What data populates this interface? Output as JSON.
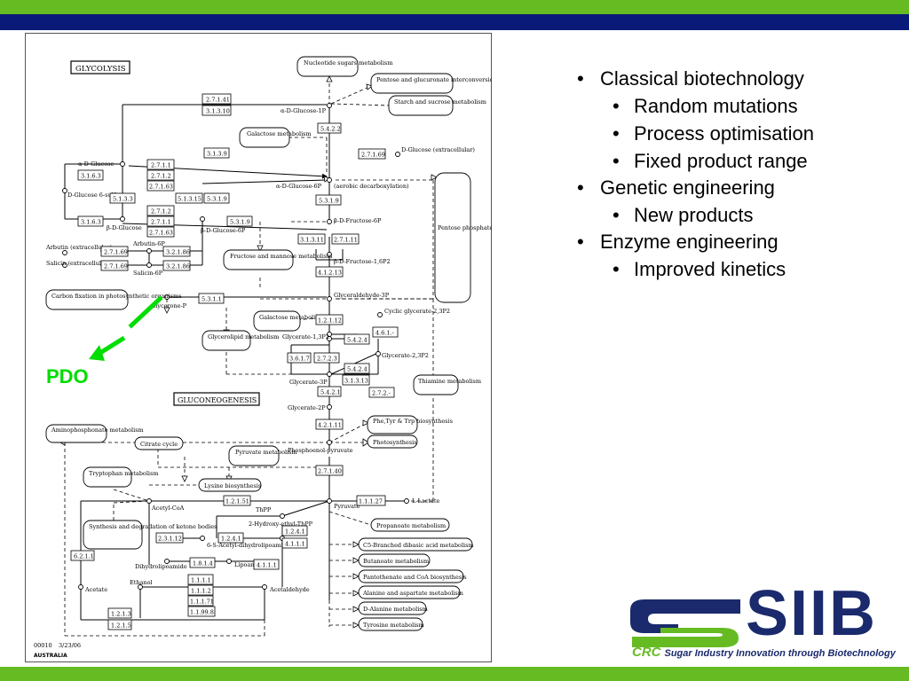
{
  "colors": {
    "accent_green": "#66bb22",
    "navy": "#0a1a78",
    "arrow_green": "#00dd00"
  },
  "pdo_label": "PDO",
  "bullets": [
    {
      "label": "Classical biotechnology",
      "sub": [
        "Random mutations",
        "Process optimisation",
        "Fixed product range"
      ]
    },
    {
      "label": "Genetic engineering",
      "sub": [
        "New products"
      ]
    },
    {
      "label": "Enzyme engineering",
      "sub": [
        "Improved kinetics"
      ]
    }
  ],
  "logo": {
    "word": "SIIB",
    "crc": "CRC",
    "tagline": "Sugar Industry Innovation through Biotechnology"
  },
  "map": {
    "title_glycolysis": "GLYCOLYSIS",
    "title_gluconeogenesis": "GLUCONEOGENESIS",
    "footer_id": "00010",
    "footer_date": "3/23/06",
    "footer_country": "AUSTRALIA",
    "compounds": {
      "aglc1p": "α-D-Glucose-1P",
      "aglc": "α-D-Glucose",
      "glc6s": "D-Glucose 6-sulfate",
      "bglc": "β-D-Glucose",
      "arbutin": "Arbutin (extracellular)",
      "salicin": "Salicin (extracellular)",
      "arbutin6p": "Arbutin-6P",
      "salicin6p": "Salicin-6P",
      "aglc6p": "α-D-Glucose-6P",
      "aerobic": "(aerobic decarboxylation)",
      "bglc6p": "β-D-Glucose-6P",
      "bfru6p": "β-D-Fructose-6P",
      "bfru16p": "β-D-Fructose-1,6P2",
      "dglc_ext": "D-Glucose (extracellular)",
      "g3p": "Glyceraldehyde-3P",
      "glycerone": "Glycerone-P",
      "cyclic": "Cyclic glycerate-2,3P2",
      "g13p": "Glycerate-1,3P2",
      "g23p": "Glycerate-2,3P2",
      "g3pa": "Glycerate-3P",
      "g2p": "Glycerate-2P",
      "pep": "Phosphoenol-pyruvate",
      "pyruvate": "Pyruvate",
      "llactate": "L-Lactate",
      "acetylcoa": "Acetyl-CoA",
      "thpp": "ThPP",
      "hethpp": "2-Hydroxy-ethyl-ThPP",
      "sacetyl": "6-S-Acetyl-dihydrolipoamide",
      "dihydro": "Dihydrolipoamide",
      "lipoamide": "Lipoamide",
      "acetate": "Acetate",
      "ethanol": "Ethanol",
      "acetaldehyde": "Acetaldehyde"
    },
    "pathways": {
      "nucleotide": "Nucleotide sugars metabolism",
      "pentose_gluc": "Pentose and glucuronate interconversions",
      "starch": "Starch and sucrose metabolism",
      "galactose1": "Galactose metabolism",
      "fructose": "Fructose and mannose metabolism",
      "pentose_phos": "Pentose phosphate pathway",
      "carbon": "Carbon fixation in photosynthetic organisms",
      "galactose2": "Galactose metabolism",
      "glycerolipid": "Glycerolipid metabolism",
      "thiamine": "Thiamine metabolism",
      "aminophos": "Aminophosphonate metabolism",
      "phetyrtrp": "Phe,Tyr & Trp biosynthesis",
      "photosynthesis": "Photosynthesis",
      "citrate": "Citrate cycle",
      "pyruvate_met": "Pyruvate metabolism",
      "tryptophan": "Tryptophan metabolism",
      "lysine": "Lysine biosynthesis",
      "ketone": "Synthesis and degradation of ketone bodies",
      "propanoate": "Propanoate metabolism",
      "c5": "C5-Branched dibasic acid metabolism",
      "butanoate": "Butanoate metabolism",
      "pantothenate": "Pantothenate and CoA biosynthesis",
      "alanine": "Alanine and aspartate metabolism",
      "dalanine": "D-Alanine metabolism",
      "tyrosine": "Tyrosine metabolism"
    },
    "enzymes": {
      "e2_7_1_41": "2.7.1.41",
      "e3_1_3_10": "3.1.3.10",
      "e5_4_2_2": "5.4.2.2",
      "e3_1_3_9": "3.1.3.9",
      "e2_7_1_69a": "2.7.1.69",
      "e2_7_1_1a": "2.7.1.1",
      "e2_7_1_2a": "2.7.1.2",
      "e2_7_1_63a": "2.7.1.63",
      "e3_1_6_3a": "3.1.6.3",
      "e5_1_3_3": "5.1.3.3",
      "e5_1_3_15": "5.1.3.15",
      "e5_3_1_9a": "5.3.1.9",
      "e2_7_1_2b": "2.7.1.2",
      "e2_7_1_1b": "2.7.1.1",
      "e2_7_1_63b": "2.7.1.63",
      "e3_1_6_3b": "3.1.6.3",
      "e5_3_1_9b": "5.3.1.9",
      "e5_3_1_9c": "5.3.1.9",
      "e2_7_1_69b": "2.7.1.69",
      "e2_7_1_69c": "2.7.1.69",
      "e3_2_1_86a": "3.2.1.86",
      "e3_2_1_86b": "3.2.1.86",
      "e3_1_3_11": "3.1.3.11",
      "e2_7_1_11": "2.7.1.11",
      "e4_1_2_13": "4.1.2.13",
      "e5_3_1_1": "5.3.1.1",
      "e1_2_1_12": "1.2.1.12",
      "e5_4_2_4a": "5.4.2.4",
      "e4_6_1_x": "4.6.1.-",
      "e3_6_1_7": "3.6.1.7",
      "e2_7_2_3": "2.7.2.3",
      "e5_4_2_4b": "5.4.2.4",
      "e3_1_3_13": "3.1.3.13",
      "e5_4_2_1": "5.4.2.1",
      "e2_7_2_x": "2.7.2.-",
      "e4_2_1_11": "4.2.1.11",
      "e2_7_1_40": "2.7.1.40",
      "e1_2_1_51": "1.2.1.51",
      "e1_1_1_27": "1.1.1.27",
      "e2_3_1_12": "2.3.1.12",
      "e1_2_4_1a": "1.2.4.1",
      "e1_2_4_1b": "1.2.4.1",
      "e4_1_1_1a": "4.1.1.1",
      "e4_1_1_1b": "4.1.1.1",
      "e1_8_1_4": "1.8.1.4",
      "e6_2_1_1": "6.2.1.1",
      "e1_1_1_1": "1.1.1.1",
      "e1_1_1_2": "1.1.1.2",
      "e1_1_1_71": "1.1.1.71",
      "e1_1_99_8": "1.1.99.8",
      "e1_2_1_3": "1.2.1.3",
      "e1_2_1_5": "1.2.1.5"
    }
  }
}
